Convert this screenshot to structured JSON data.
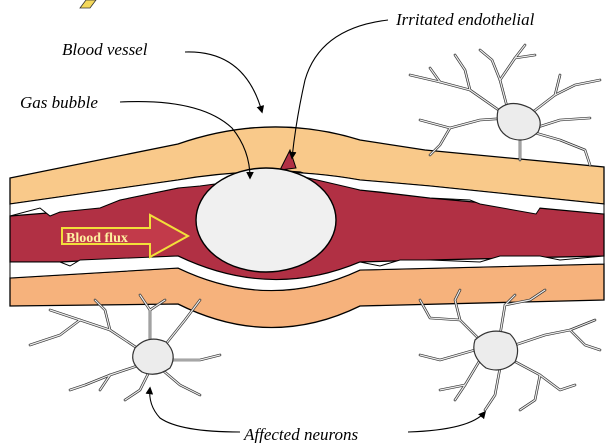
{
  "labels": {
    "irritated_endothelial": "Irritated  endothelial",
    "blood_vessel": "Blood vessel",
    "gas_bubble": "Gas bubble",
    "blood_flux": "Blood flux",
    "affected_neurons": "Affected neurons"
  },
  "colors": {
    "vessel_wall": "#f9c98a",
    "vessel_wall_lower": "#f6b27c",
    "blood": "#b13044",
    "bubble": "#f0f0f0",
    "neuron": "#ececec",
    "flux_arrow": "#f2df3a",
    "icon_yellow": "#f4d85b"
  }
}
